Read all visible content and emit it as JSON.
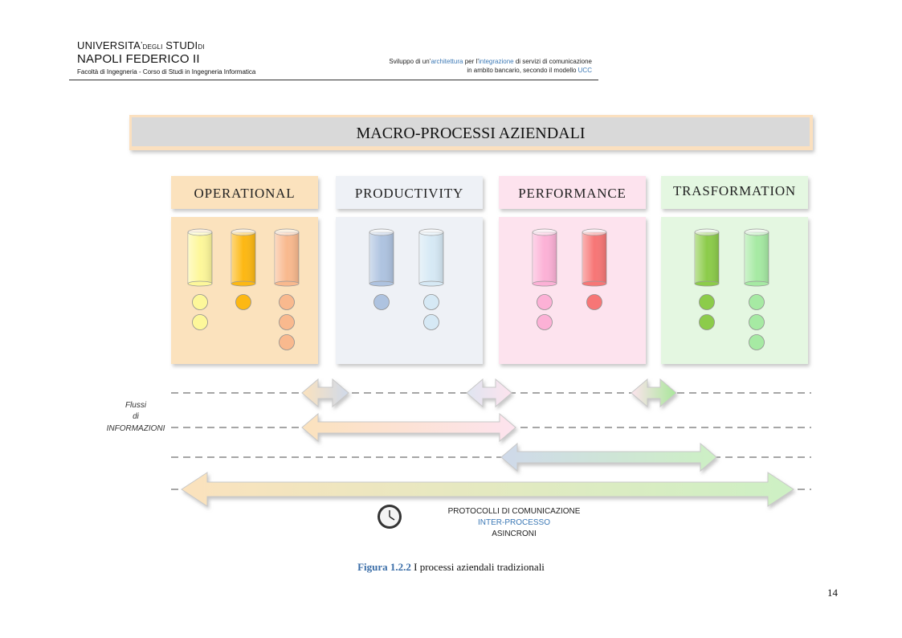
{
  "header": {
    "university_line1_a": "UNIVERSITA",
    "university_line1_apos": "’",
    "university_line1_b": "DEGLI",
    "university_line1_c": " STUDI",
    "university_line1_d": "DI",
    "university_line2": "NAPOLI FEDERICO II",
    "faculty": "Facoltà di Ingegneria - Corso di Studi in Ingegneria Informatica",
    "subtitle_p1": "Sviluppo di un’",
    "subtitle_hl1": "architettura",
    "subtitle_p2": " per l’",
    "subtitle_hl2": "integrazione",
    "subtitle_p3": " di servizi di comunicazione",
    "subtitle_line2": "in ambito bancario, secondo il modello ",
    "subtitle_hl3": "UCC"
  },
  "diagram": {
    "title": "MACRO-PROCESSI AZIENDALI",
    "processes": [
      {
        "label": "OPERATIONAL",
        "panel_color": "#fbe2bd",
        "header_color": "#fbe2bd",
        "cylinders": [
          "#fdf79a",
          "#fdb813",
          "#f9b98e"
        ],
        "circles": [
          2,
          1,
          3
        ],
        "circle_colors": [
          "#fdf79a",
          "#fdb813",
          "#f9b98e"
        ]
      },
      {
        "label": "PRODUCTIVITY",
        "panel_color": "#eef1f6",
        "header_color": "#eef1f6",
        "cylinders": [
          "#aec3e0",
          "#d6e9f5"
        ],
        "circles": [
          1,
          2
        ],
        "circle_colors": [
          "#aec3e0",
          "#d6e9f5"
        ]
      },
      {
        "label": "PERFORMANCE",
        "panel_color": "#fde3ee",
        "header_color": "#fde3ee",
        "cylinders": [
          "#fcb1d6",
          "#f77676"
        ],
        "circles": [
          2,
          1
        ],
        "circle_colors": [
          "#fcb1d6",
          "#f77676"
        ]
      },
      {
        "label": "TRASFORMATION",
        "panel_color": "#e4f7e1",
        "header_color": "#e4f7e1",
        "cylinders": [
          "#8ccc4a",
          "#a6eaa3"
        ],
        "circles": [
          2,
          3
        ],
        "circle_colors": [
          "#8ccc4a",
          "#a6eaa3"
        ]
      }
    ],
    "flows_label": [
      "Flussi",
      "di",
      "INFORMAZIONI"
    ],
    "protocol_text": [
      "PROTOCOLLI DI COMUNICAZIONE",
      "INTER-PROCESSO",
      "ASINCRONI"
    ],
    "protocol_highlight_color": "#3b78b5"
  },
  "caption": {
    "figure": "Figura 1.2.2",
    "text": " I processi aziendali tradizionali"
  },
  "page_number": "14"
}
